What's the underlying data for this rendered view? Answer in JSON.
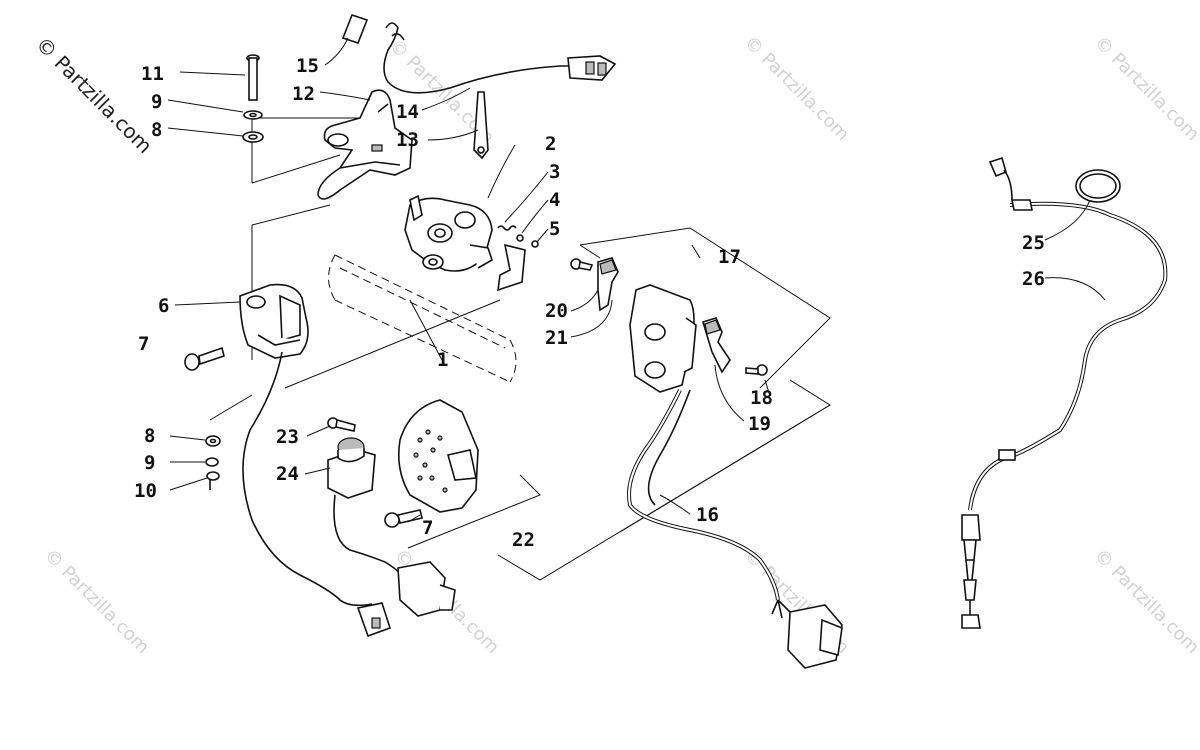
{
  "watermark": {
    "main": "© Partzilla.com",
    "repeat": "© Partzilla.com"
  },
  "callouts": {
    "c1": "1",
    "c2": "2",
    "c3": "3",
    "c4": "4",
    "c5": "5",
    "c6": "6",
    "c7a": "7",
    "c7b": "7",
    "c8a": "8",
    "c8b": "8",
    "c9a": "9",
    "c9b": "9",
    "c10": "10",
    "c11": "11",
    "c12": "12",
    "c13": "13",
    "c14": "14",
    "c15": "15",
    "c16": "16",
    "c17": "17",
    "c18": "18",
    "c19": "19",
    "c20": "20",
    "c21": "21",
    "c22": "22",
    "c23": "23",
    "c24": "24",
    "c25": "25",
    "c26": "26"
  }
}
